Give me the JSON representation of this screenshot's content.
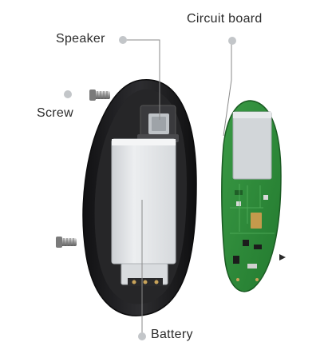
{
  "callouts": {
    "circuit_board": "Circuit board",
    "speaker": "Speaker",
    "screw": "Screw",
    "battery": "Battery"
  },
  "colors": {
    "casing": "#1c1c1e",
    "casing_inner": "#2a2a2c",
    "battery_body": "#e4e6e9",
    "battery_shade": "#cfd2d6",
    "pcb_green": "#2f8c3a",
    "pcb_dark": "#1f6b2a",
    "shield_metal": "#cfd3d6",
    "leader_line": "#8a8a8a",
    "dot": "#b9bcbf"
  },
  "icons": [
    "speaker-component",
    "screw-icon",
    "battery-component",
    "circuit-board-component"
  ]
}
